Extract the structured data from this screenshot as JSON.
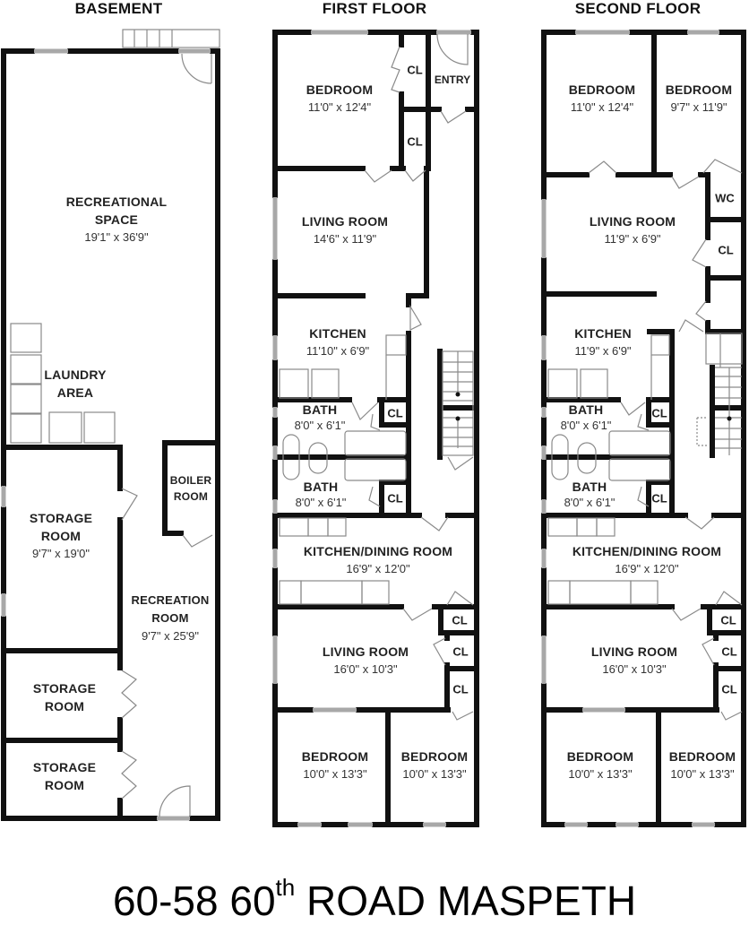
{
  "address": {
    "number": "60-58",
    "street_number": "60",
    "ordinal_suffix": "th",
    "street_rest": "ROAD MASPETH"
  },
  "floors": [
    {
      "title": "BASEMENT",
      "rooms": [
        {
          "name": "RECREATIONAL SPACE",
          "line1": "RECREATIONAL",
          "line2": "SPACE",
          "dim": "19'1\" x 36'9\""
        },
        {
          "name": "LAUNDRY AREA",
          "line1": "LAUNDRY",
          "line2": "AREA",
          "dim": ""
        },
        {
          "name": "BOILER ROOM",
          "line1": "BOILER",
          "line2": "ROOM",
          "dim": ""
        },
        {
          "name": "STORAGE ROOM",
          "line1": "STORAGE",
          "line2": "ROOM",
          "dim": "9'7\" x 19'0\""
        },
        {
          "name": "RECREATION ROOM",
          "line1": "RECREATION",
          "line2": "ROOM",
          "dim": "9'7\" x 25'9\""
        },
        {
          "name": "STORAGE ROOM",
          "line1": "STORAGE",
          "line2": "ROOM",
          "dim": ""
        },
        {
          "name": "STORAGE ROOM",
          "line1": "STORAGE",
          "line2": "ROOM",
          "dim": ""
        }
      ]
    },
    {
      "title": "FIRST FLOOR",
      "rooms": [
        {
          "name": "BEDROOM",
          "dim": "11'0\" x 12'4\""
        },
        {
          "name": "CL",
          "dim": ""
        },
        {
          "name": "ENTRY",
          "dim": ""
        },
        {
          "name": "CL",
          "dim": ""
        },
        {
          "name": "LIVING ROOM",
          "dim": "14'6\" x 11'9\""
        },
        {
          "name": "KITCHEN",
          "dim": "11'10\" x 6'9\""
        },
        {
          "name": "BATH",
          "dim": "8'0\" x 6'1\""
        },
        {
          "name": "CL",
          "dim": ""
        },
        {
          "name": "BATH",
          "dim": "8'0\" x 6'1\""
        },
        {
          "name": "CL",
          "dim": ""
        },
        {
          "name": "KITCHEN/DINING ROOM",
          "dim": "16'9\" x 12'0\""
        },
        {
          "name": "CL",
          "dim": ""
        },
        {
          "name": "LIVING ROOM",
          "dim": "16'0\" x 10'3\""
        },
        {
          "name": "CL",
          "dim": ""
        },
        {
          "name": "CL",
          "dim": ""
        },
        {
          "name": "BEDROOM",
          "dim": "10'0\" x 13'3\""
        },
        {
          "name": "BEDROOM",
          "dim": "10'0\" x 13'3\""
        }
      ]
    },
    {
      "title": "SECOND FLOOR",
      "rooms": [
        {
          "name": "BEDROOM",
          "dim": "11'0\" x 12'4\""
        },
        {
          "name": "BEDROOM",
          "dim": "9'7\" x 11'9\""
        },
        {
          "name": "WC",
          "dim": ""
        },
        {
          "name": "LIVING ROOM",
          "dim": "11'9\" x 6'9\""
        },
        {
          "name": "CL",
          "dim": ""
        },
        {
          "name": "KITCHEN",
          "dim": "11'9\" x 6'9\""
        },
        {
          "name": "BATH",
          "dim": "8'0\" x 6'1\""
        },
        {
          "name": "CL",
          "dim": ""
        },
        {
          "name": "BATH",
          "dim": "8'0\" x 6'1\""
        },
        {
          "name": "CL",
          "dim": ""
        },
        {
          "name": "KITCHEN/DINING ROOM",
          "dim": "16'9\" x 12'0\""
        },
        {
          "name": "CL",
          "dim": ""
        },
        {
          "name": "LIVING ROOM",
          "dim": "16'0\" x 10'3\""
        },
        {
          "name": "CL",
          "dim": ""
        },
        {
          "name": "CL",
          "dim": ""
        },
        {
          "name": "BEDROOM",
          "dim": "10'0\" x 13'3\""
        },
        {
          "name": "BEDROOM",
          "dim": "10'0\" x 13'3\""
        }
      ]
    }
  ],
  "colors": {
    "wall": "#111111",
    "fixture": "#9a9a9a",
    "window": "#cfcfcf",
    "background": "#ffffff"
  }
}
